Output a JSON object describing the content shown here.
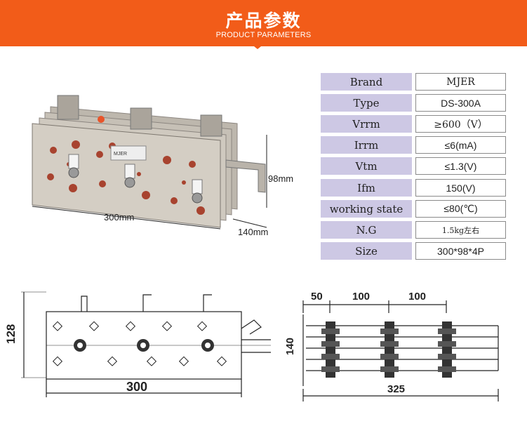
{
  "header": {
    "title": "产品参数",
    "subtitle": "PRODUCT PARAMETERS",
    "color": "#f25c19"
  },
  "photo": {
    "brand_text": "MJER",
    "dim_length": "300mm",
    "dim_height": "98mm",
    "dim_depth": "140mm"
  },
  "specs": [
    {
      "label": "Brand",
      "value": "MJER"
    },
    {
      "label": "Type",
      "value": "DS-300A"
    },
    {
      "label": "Vrrm",
      "value": "≥600（V）"
    },
    {
      "label": "Irrm",
      "value": "≤6(mA)"
    },
    {
      "label": "Vtm",
      "value": "≤1.3(V)"
    },
    {
      "label": "Ifm",
      "value": "150(V)"
    },
    {
      "label": "working state",
      "value": "≤80(℃)"
    },
    {
      "label": "N.G",
      "value": "1.5kg左右"
    },
    {
      "label": "Size",
      "value": "300*98*4P"
    }
  ],
  "drawing_front": {
    "dim_width": "300",
    "dim_height": "128"
  },
  "drawing_side": {
    "dim_a": "50",
    "dim_b": "100",
    "dim_c": "100",
    "dim_total": "325",
    "dim_height": "140"
  },
  "colors": {
    "label_bg": "#cdc8e4",
    "metal": "#c9c3b9"
  }
}
